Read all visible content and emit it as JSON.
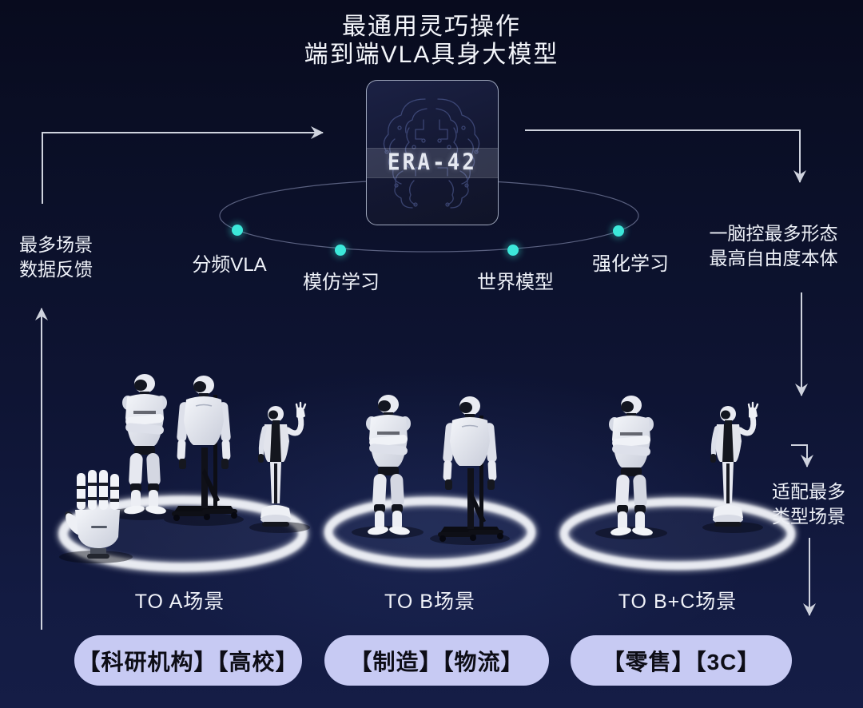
{
  "title": {
    "line1": "最通用灵巧操作",
    "line2": "端到端VLA具身大模型"
  },
  "model": {
    "logo": "ERA-42"
  },
  "orbit": {
    "dot_color": "#3ce8da",
    "nodes": [
      {
        "label": "分频VLA"
      },
      {
        "label": "模仿学习"
      },
      {
        "label": "世界模型"
      },
      {
        "label": "强化学习"
      }
    ]
  },
  "callouts": {
    "left_top": {
      "line1": "最多场景",
      "line2": "数据反馈"
    },
    "right_top": {
      "line1": "一脑控最多形态",
      "line2": "最高自由度本体"
    },
    "right_bottom": {
      "line1": "适配最多",
      "line2": "类型场景"
    }
  },
  "scenes": [
    {
      "label": "TO A场景",
      "tag": "【科研机构】【高校】"
    },
    {
      "label": "TO B场景",
      "tag": "【制造】【物流】"
    },
    {
      "label": "TO B+C场景",
      "tag": "【零售】【3C】"
    }
  ],
  "colors": {
    "background": "#0d1130",
    "accent_dot": "#3ce8da",
    "pill_background": "#c7caf3",
    "pill_text": "#0d0d16",
    "arrow": "#cfd3de",
    "ring": "#eef0f6",
    "text": "#ffffff"
  }
}
